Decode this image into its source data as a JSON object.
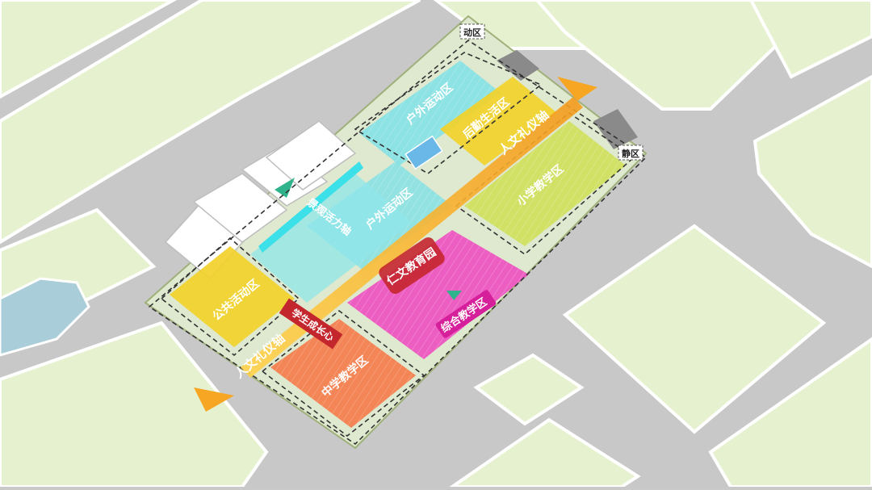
{
  "colors": {
    "road": "#c8c8c8",
    "block": "#e6f2cf",
    "block_edge": "#ffffff",
    "water": "#a9cdd9",
    "cyan": "#7fe0e6",
    "yellow": "#f2d12a",
    "lime": "#cfe05a",
    "magenta": "#ee4fc0",
    "orange": "#f47c4c",
    "axis": "#f6a623",
    "red_label": "#c4262e"
  },
  "corner_tags": {
    "active": "动区",
    "quiet": "静区"
  },
  "zones": {
    "outdoor_sports_top": "户外运动区",
    "logistics_living": "后勤生活区",
    "primary_teaching": "小学教学区",
    "outdoor_sports_mid": "户外运动区",
    "landscape_axis": "景观活力轴",
    "public_activity": "公共活动区",
    "humanities_garden": "仁文教育园",
    "integrated_teaching": "综合教学区",
    "growth_center": "学生成长心",
    "middle_teaching": "中学教学区"
  },
  "axis_labels": {
    "upper": "人文礼仪轴",
    "lower": "人文礼仪轴"
  }
}
